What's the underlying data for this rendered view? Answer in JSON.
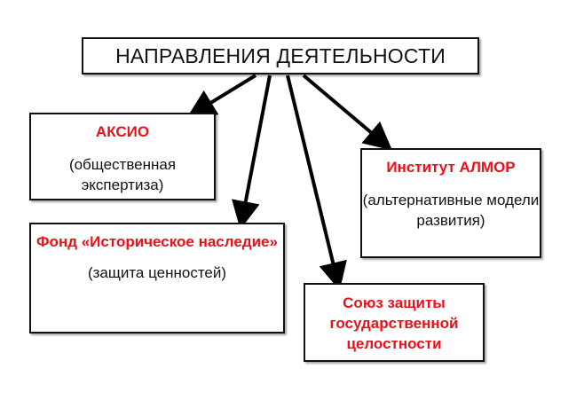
{
  "diagram": {
    "title": "НАПРАВЛЕНИЯ ДЕЯТЕЛЬНОСТИ",
    "nodes": {
      "aksio": {
        "name": "АКСИО",
        "description": "(общественная экспертиза)"
      },
      "fond": {
        "name": "Фонд «Историческое наследие»",
        "description": "(защита ценностей)"
      },
      "almor": {
        "name": "Институт  АЛМОР",
        "description": "(альтернативные модели развития)"
      },
      "soyuz": {
        "name": "Союз защиты государственной целостности"
      }
    },
    "edges": [
      {
        "from": "title",
        "to": "aksio"
      },
      {
        "from": "title",
        "to": "fond"
      },
      {
        "from": "title",
        "to": "soyuz"
      },
      {
        "from": "title",
        "to": "almor"
      }
    ],
    "colors": {
      "node_name": "#e8101a",
      "text": "#111111",
      "border": "#111111",
      "arrow": "#000000"
    }
  }
}
